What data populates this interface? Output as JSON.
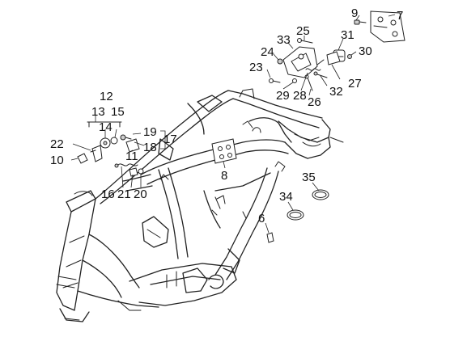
{
  "callouts": {
    "c1": "9",
    "c2": "7",
    "c3": "25",
    "c4": "33",
    "c5": "24",
    "c6": "31",
    "c7": "30",
    "c8": "23",
    "c9": "27",
    "c10": "32",
    "c11": "29",
    "c12": "28",
    "c13": "26",
    "c14": "12",
    "c15": "13",
    "c16": "15",
    "c17": "14",
    "c18": "19",
    "c19": "17",
    "c20": "18",
    "c21": "22",
    "c22": "11",
    "c23": "10",
    "c24": "8",
    "c25": "35",
    "c26": "34",
    "c27": "16",
    "c28": "21",
    "c29": "20",
    "c30": "6"
  },
  "colors": {
    "ink": "#222222",
    "background": "#ffffff",
    "shade": "#cfcfcf"
  }
}
